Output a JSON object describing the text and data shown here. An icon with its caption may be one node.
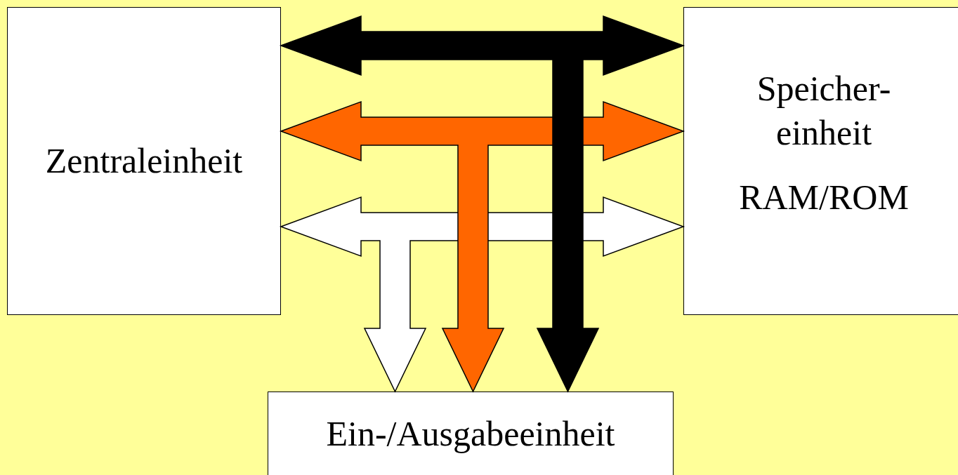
{
  "diagram": {
    "nodes": [
      {
        "text": [
          "Zentraleinheit"
        ]
      },
      {
        "text": [
          "Speicher- einheit",
          "RAM/ROM"
        ]
      },
      {
        "text": [
          "Ein-/Ausgabeeinheit"
        ]
      }
    ],
    "edges": [
      {
        "from": 0,
        "to": 1,
        "arrow": "both",
        "style": "thick",
        "color": "#ffffff"
      },
      {
        "from": 0,
        "to": 2,
        "arrow": "both",
        "style": "thick",
        "color": "#ffffff"
      },
      {
        "from": 1,
        "to": 2,
        "arrow": "both",
        "style": "thick",
        "color": "#ffffff"
      },
      {
        "from": 0,
        "to": 1,
        "arrow": "both",
        "style": "thick",
        "color": "#ff6600"
      },
      {
        "from": 0,
        "to": 2,
        "arrow": "both",
        "style": "thick",
        "color": "#ff6600"
      },
      {
        "from": 1,
        "to": 2,
        "arrow": "both",
        "style": "thick",
        "color": "#ff6600"
      },
      {
        "from": 0,
        "to": 1,
        "arrow": "both",
        "style": "thick",
        "color": "#000000"
      },
      {
        "from": 0,
        "to": 2,
        "arrow": "both",
        "style": "thick",
        "color": "#000000"
      },
      {
        "from": 1,
        "to": 2,
        "arrow": "both",
        "style": "thick",
        "color": "#000000"
      }
    ]
  }
}
